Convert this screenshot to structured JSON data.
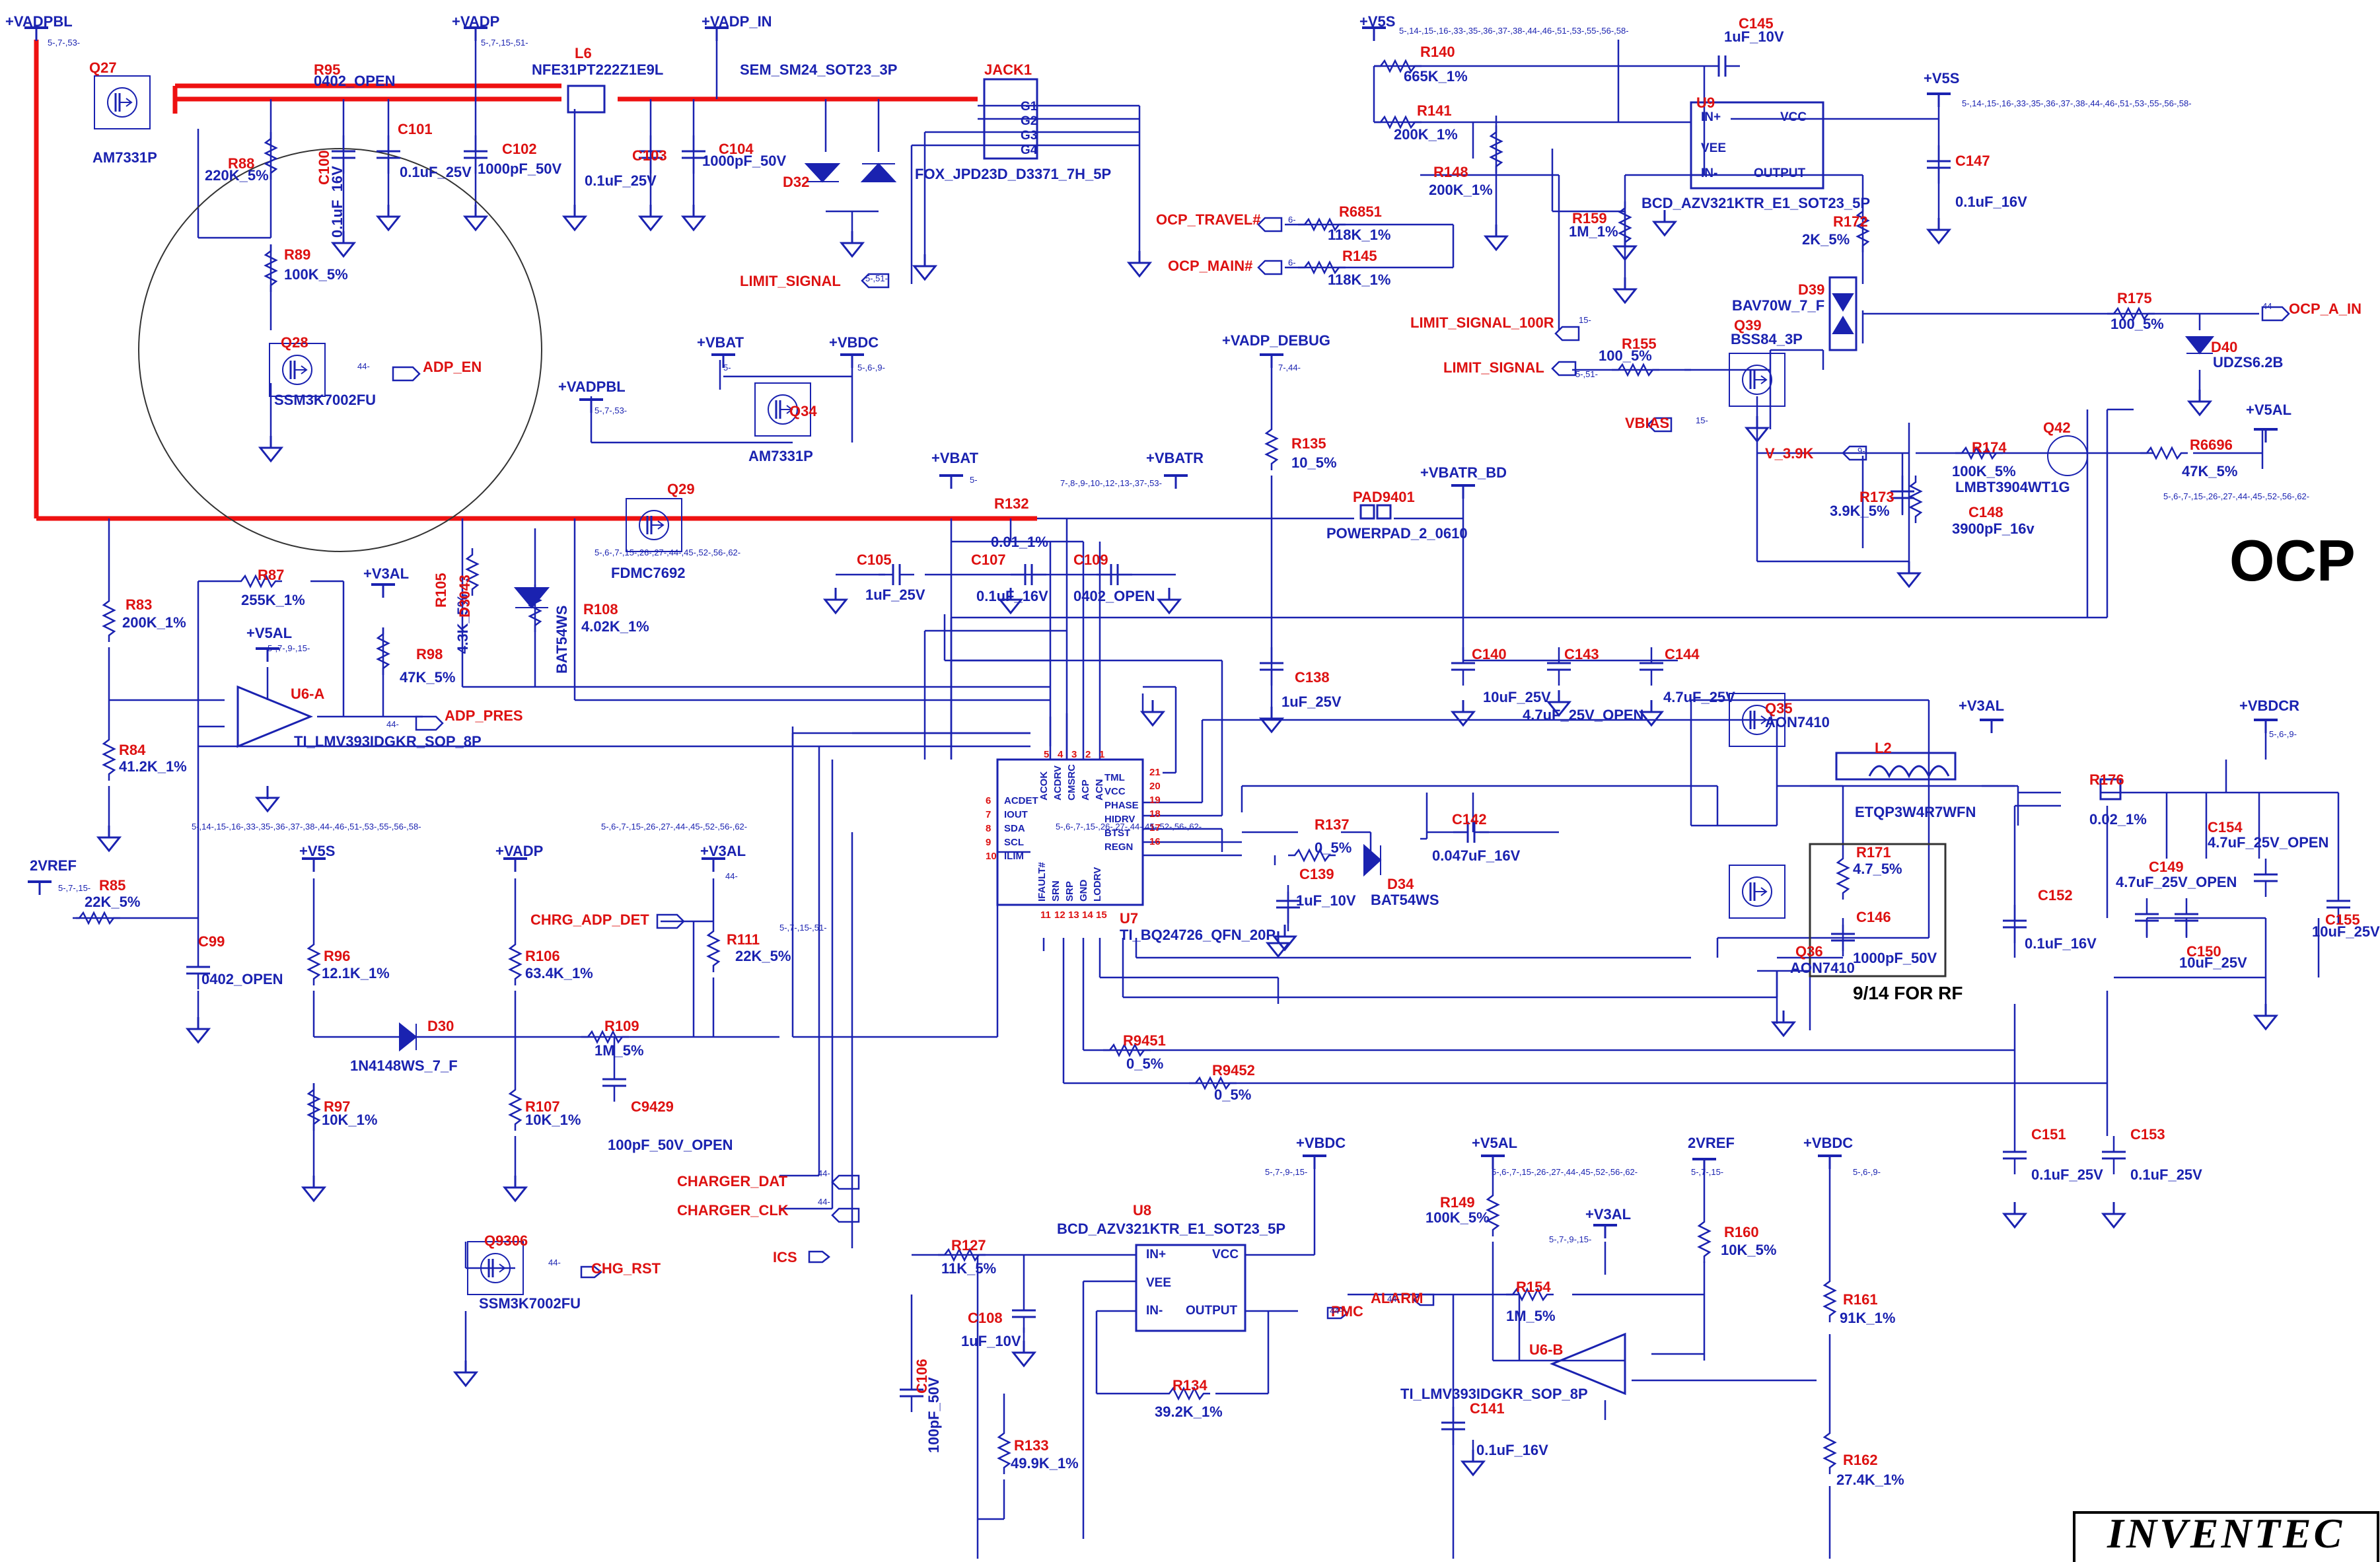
{
  "sheet": {
    "title": "OCP",
    "logo": "INVENTEC",
    "note_rf": "9/14 FOR RF"
  },
  "nets": [
    {
      "id": "n-vadppbl",
      "text": "+VADPBL"
    },
    {
      "id": "n-vadp-1",
      "text": "+VADP"
    },
    {
      "id": "n-vadp-in",
      "text": "+VADP_IN"
    },
    {
      "id": "n-v5s-1",
      "text": "+V5S"
    },
    {
      "id": "n-v5s-2",
      "text": "+V5S"
    },
    {
      "id": "n-vbat-1",
      "text": "+VBAT"
    },
    {
      "id": "n-vbdc-1",
      "text": "+VBDC"
    },
    {
      "id": "n-vadppbl-2",
      "text": "+VADPBL"
    },
    {
      "id": "n-vadp-debug",
      "text": "+VADP_DEBUG"
    },
    {
      "id": "n-vbat-2",
      "text": "+VBAT"
    },
    {
      "id": "n-vbatr",
      "text": "+VBATR"
    },
    {
      "id": "n-vbatr-bd",
      "text": "+VBATR_BD"
    },
    {
      "id": "n-v3al-1",
      "text": "+V3AL"
    },
    {
      "id": "n-v5al-1",
      "text": "+V5AL"
    },
    {
      "id": "n-2vref-1",
      "text": "2VREF"
    },
    {
      "id": "n-v5s-3",
      "text": "+V5S"
    },
    {
      "id": "n-vadp-2",
      "text": "+VADP"
    },
    {
      "id": "n-v3al-2",
      "text": "+V3AL"
    },
    {
      "id": "n-v3al-3",
      "text": "+V3AL"
    },
    {
      "id": "n-vbdcr",
      "text": "+VBDCR"
    },
    {
      "id": "n-vbdc-2",
      "text": "+VBDC"
    },
    {
      "id": "n-v5al-2",
      "text": "+V5AL"
    },
    {
      "id": "n-v3al-4",
      "text": "+V3AL"
    },
    {
      "id": "n-v5al-3",
      "text": "+V5AL"
    },
    {
      "id": "n-2vref-2",
      "text": "2VREF"
    },
    {
      "id": "n-vbdc-3",
      "text": "+VBDC"
    }
  ],
  "signals": [
    {
      "id": "s-adp-en",
      "text": "ADP_EN"
    },
    {
      "id": "s-adp-pres",
      "text": "ADP_PRES"
    },
    {
      "id": "s-limit-signal-1",
      "text": "LIMIT_SIGNAL"
    },
    {
      "id": "s-ocp-travel",
      "text": "OCP_TRAVEL#"
    },
    {
      "id": "s-ocp-main",
      "text": "OCP_MAIN#"
    },
    {
      "id": "s-limit-100r",
      "text": "LIMIT_SIGNAL_100R"
    },
    {
      "id": "s-limit-signal-2",
      "text": "LIMIT_SIGNAL"
    },
    {
      "id": "s-vbias",
      "text": "VBIAS"
    },
    {
      "id": "s-v39k",
      "text": "V_3.9K"
    },
    {
      "id": "s-ocp-a-in",
      "text": "OCP_A_IN"
    },
    {
      "id": "s-chrg-adp-det",
      "text": "CHRG_ADP_DET"
    },
    {
      "id": "s-charger-dat",
      "text": "CHARGER_DAT"
    },
    {
      "id": "s-charger-clk",
      "text": "CHARGER_CLK"
    },
    {
      "id": "s-chg-rst",
      "text": "CHG_RST"
    },
    {
      "id": "s-ics",
      "text": "ICS"
    },
    {
      "id": "s-pmc",
      "text": "PMC"
    },
    {
      "id": "s-alarm",
      "text": "ALARM"
    }
  ],
  "components": [
    {
      "id": "q27",
      "ref": "Q27",
      "value": "AM7331P"
    },
    {
      "id": "r95",
      "ref": "R95",
      "value": "0402_OPEN"
    },
    {
      "id": "l6",
      "ref": "L6",
      "value": "NFE31PT222Z1E9L"
    },
    {
      "id": "d32",
      "ref": "D32",
      "value": "SEM_SM24_SOT23_3P"
    },
    {
      "id": "jack1",
      "ref": "JACK1",
      "value": "FOX_JPD23D_D3371_7H_5P"
    },
    {
      "id": "r88",
      "ref": "R88",
      "value": "220K_5%"
    },
    {
      "id": "c100",
      "ref": "C100",
      "value": "0.1uF_16V"
    },
    {
      "id": "c101",
      "ref": "C101",
      "value": "0.1uF_25V"
    },
    {
      "id": "c102",
      "ref": "C102",
      "value": "1000pF_50V"
    },
    {
      "id": "c103",
      "ref": "C103",
      "value": "0.1uF_25V"
    },
    {
      "id": "c104",
      "ref": "C104",
      "value": "1000pF_50V"
    },
    {
      "id": "r89",
      "ref": "R89",
      "value": "100K_5%"
    },
    {
      "id": "q28",
      "ref": "Q28",
      "value": "SSM3K7002FU"
    },
    {
      "id": "q34",
      "ref": "Q34",
      "value": "AM7331P"
    },
    {
      "id": "r140",
      "ref": "R140",
      "value": "665K_1%"
    },
    {
      "id": "c145",
      "ref": "C145",
      "value": "1uF_10V"
    },
    {
      "id": "r141",
      "ref": "R141",
      "value": "200K_1%"
    },
    {
      "id": "u9",
      "ref": "U9",
      "value": "BCD_AZV321KTR_E1_SOT23_5P"
    },
    {
      "id": "r148",
      "ref": "R148",
      "value": "200K_1%"
    },
    {
      "id": "c147",
      "ref": "C147",
      "value": "0.1uF_16V"
    },
    {
      "id": "r6851",
      "ref": "R6851",
      "value": "118K_1%"
    },
    {
      "id": "r145",
      "ref": "R145",
      "value": "118K_1%"
    },
    {
      "id": "r159",
      "ref": "R159",
      "value": "1M_1%"
    },
    {
      "id": "r172",
      "ref": "R172",
      "value": "2K_5%"
    },
    {
      "id": "d39",
      "ref": "D39",
      "value": "BAV70W_7_F"
    },
    {
      "id": "r175",
      "ref": "R175",
      "value": "100_5%"
    },
    {
      "id": "d40",
      "ref": "D40",
      "value": "UDZS6.2B"
    },
    {
      "id": "r155",
      "ref": "R155",
      "value": "100_5%"
    },
    {
      "id": "q39",
      "ref": "Q39",
      "value": "BSS84_3P"
    },
    {
      "id": "r174",
      "ref": "R174",
      "value": "100K_5%"
    },
    {
      "id": "q42",
      "ref": "Q42",
      "value": "LMBT3904WT1G"
    },
    {
      "id": "r6696",
      "ref": "R6696",
      "value": "47K_5%"
    },
    {
      "id": "r173",
      "ref": "R173",
      "value": "3.9K_5%"
    },
    {
      "id": "c148",
      "ref": "C148",
      "value": "3900pF_16v"
    },
    {
      "id": "r135",
      "ref": "R135",
      "value": "10_5%"
    },
    {
      "id": "pad9401",
      "ref": "PAD9401",
      "value": "POWERPAD_2_0610"
    },
    {
      "id": "q29",
      "ref": "Q29",
      "value": "FDMC7692"
    },
    {
      "id": "r132",
      "ref": "R132",
      "value": "0.01_1%"
    },
    {
      "id": "c105",
      "ref": "C105",
      "value": "1uF_25V"
    },
    {
      "id": "c107",
      "ref": "C107",
      "value": "0.1uF_16V"
    },
    {
      "id": "c109",
      "ref": "C109",
      "value": "0402_OPEN"
    },
    {
      "id": "r87",
      "ref": "R87",
      "value": "255K_1%"
    },
    {
      "id": "r105",
      "ref": "R105",
      "value": "4.3K_5%"
    },
    {
      "id": "d3043",
      "ref": "D3043",
      "value": "BAT54WS"
    },
    {
      "id": "r108",
      "ref": "R108",
      "value": "4.02K_1%"
    },
    {
      "id": "r98",
      "ref": "R98",
      "value": "47K_5%"
    },
    {
      "id": "r83",
      "ref": "R83",
      "value": "200K_1%"
    },
    {
      "id": "u6a",
      "ref": "U6-A",
      "value": "TI_LMV393IDGKR_SOP_8P"
    },
    {
      "id": "r84",
      "ref": "R84",
      "value": "41.2K_1%"
    },
    {
      "id": "c138",
      "ref": "C138",
      "value": "1uF_25V"
    },
    {
      "id": "c140",
      "ref": "C140",
      "value": "10uF_25V"
    },
    {
      "id": "c143",
      "ref": "C143",
      "value": "4.7uF_25V_OPEN"
    },
    {
      "id": "c144",
      "ref": "C144",
      "value": "4.7uF_25V"
    },
    {
      "id": "q35",
      "ref": "Q35",
      "value": "AON7410"
    },
    {
      "id": "l2",
      "ref": "L2",
      "value": "ETQP3W4R7WFN"
    },
    {
      "id": "r176",
      "ref": "R176",
      "value": "0.02_1%"
    },
    {
      "id": "c154",
      "ref": "C154",
      "value": "4.7uF_25V_OPEN"
    },
    {
      "id": "c149",
      "ref": "C149",
      "value": "4.7uF_25V_OPEN"
    },
    {
      "id": "c150",
      "ref": "C150",
      "value": "10uF_25V"
    },
    {
      "id": "c155",
      "ref": "C155",
      "value": "10uF_25V"
    },
    {
      "id": "c152",
      "ref": "C152",
      "value": "0.1uF_16V"
    },
    {
      "id": "u7",
      "ref": "U7",
      "value": "TI_BQ24726_QFN_20P"
    },
    {
      "id": "r137",
      "ref": "R137",
      "value": "0_5%"
    },
    {
      "id": "c142",
      "ref": "C142",
      "value": "0.047uF_16V"
    },
    {
      "id": "c139",
      "ref": "C139",
      "value": "1uF_10V"
    },
    {
      "id": "d34",
      "ref": "D34",
      "value": "BAT54WS"
    },
    {
      "id": "r171",
      "ref": "R171",
      "value": "4.7_5%"
    },
    {
      "id": "c146",
      "ref": "C146",
      "value": "1000pF_50V"
    },
    {
      "id": "q36",
      "ref": "Q36",
      "value": "AON7410"
    },
    {
      "id": "r85",
      "ref": "R85",
      "value": "22K_5%"
    },
    {
      "id": "c99",
      "ref": "C99",
      "value": "0402_OPEN"
    },
    {
      "id": "r96",
      "ref": "R96",
      "value": "12.1K_1%"
    },
    {
      "id": "r106",
      "ref": "R106",
      "value": "63.4K_1%"
    },
    {
      "id": "r111",
      "ref": "R111",
      "value": "22K_5%"
    },
    {
      "id": "d30",
      "ref": "D30",
      "value": "1N4148WS_7_F"
    },
    {
      "id": "r109",
      "ref": "R109",
      "value": "1M_5%"
    },
    {
      "id": "r97",
      "ref": "R97",
      "value": "10K_1%"
    },
    {
      "id": "r107",
      "ref": "R107",
      "value": "10K_1%"
    },
    {
      "id": "c9429",
      "ref": "C9429",
      "value": "100pF_50V_OPEN"
    },
    {
      "id": "r9451",
      "ref": "R9451",
      "value": "0_5%"
    },
    {
      "id": "r9452",
      "ref": "R9452",
      "value": "0_5%"
    },
    {
      "id": "c151",
      "ref": "C151",
      "value": "0.1uF_25V"
    },
    {
      "id": "c153",
      "ref": "C153",
      "value": "0.1uF_25V"
    },
    {
      "id": "q9306",
      "ref": "Q9306",
      "value": "SSM3K7002FU"
    },
    {
      "id": "u8",
      "ref": "U8",
      "value": "BCD_AZV321KTR_E1_SOT23_5P"
    },
    {
      "id": "r127",
      "ref": "R127",
      "value": "11K_5%"
    },
    {
      "id": "c108",
      "ref": "C108",
      "value": "1uF_10V"
    },
    {
      "id": "c106",
      "ref": "C106",
      "value": "100pF_50V"
    },
    {
      "id": "r134",
      "ref": "R134",
      "value": "39.2K_1%"
    },
    {
      "id": "r133",
      "ref": "R133",
      "value": "49.9K_1%"
    },
    {
      "id": "r149",
      "ref": "R149",
      "value": "100K_5%"
    },
    {
      "id": "r154",
      "ref": "R154",
      "value": "1M_5%"
    },
    {
      "id": "r160",
      "ref": "R160",
      "value": "10K_5%"
    },
    {
      "id": "u6b",
      "ref": "U6-B",
      "value": "TI_LMV393IDGKR_SOP_8P"
    },
    {
      "id": "c141",
      "ref": "C141",
      "value": "0.1uF_16V"
    },
    {
      "id": "r161",
      "ref": "R161",
      "value": "91K_1%"
    },
    {
      "id": "r162",
      "ref": "R162",
      "value": "27.4K_1%"
    }
  ],
  "ic_u7_pins": {
    "left": [
      "ACDET",
      "IOUT",
      "SDA",
      "SCL",
      "ILIM"
    ],
    "left_nums": [
      "6",
      "7",
      "8",
      "9",
      "10"
    ],
    "right": [
      "TML",
      "VCC",
      "PHASE",
      "HIDRV",
      "BTST",
      "REGN"
    ],
    "right_nums": [
      "21",
      "20",
      "19",
      "18",
      "17",
      "16"
    ],
    "top": [
      "ACOK",
      "ACDRV",
      "CMSRC",
      "ACP",
      "ACN"
    ],
    "top_nums": [
      "5",
      "4",
      "3",
      "2",
      "1"
    ],
    "bottom": [
      "IFAULT#",
      "SRN",
      "SRP",
      "GND",
      "LODRV"
    ],
    "bottom_nums": [
      "11",
      "12",
      "13",
      "14",
      "15"
    ]
  },
  "op_pins": {
    "u9": [
      "IN+",
      "VEE",
      "IN-",
      "VCC",
      "OUTPUT"
    ],
    "u8": [
      "IN+",
      "VEE",
      "IN-",
      "VCC",
      "OUTPUT"
    ],
    "jack1": [
      "G1",
      "G2",
      "G3",
      "G4"
    ]
  },
  "page_refs": [
    "5-,7-,53-",
    "5-,7-,15-,51-",
    "5-,14-,15-,16-,33-,35-,36-,37-,38-,44-,46-,51-,53-,55-,56-,58-",
    "5-,14-,15-,16-,33-,35-,36-,37-,38-,44-,46-,51-,53-,55-,56-,58-",
    "44-",
    "5-,51-",
    "6-",
    "6-",
    "15-",
    "5-,51-",
    "15-",
    "9-",
    "44-",
    "5-,6-,7-,15-,26-,27-,44-,45-,52-,56-,62-",
    "5-",
    "5-,6-,9-",
    "5-,7-,53-",
    "7-,44-",
    "5-",
    "7-,8-,9-,10-,12-,13-,37-,53-",
    "5-,6-,7-,15-,26-,27-,44-,45-,52-,56-,62-",
    "5-,7-,9-,15-",
    "44-",
    "5-,14-,15-,16-,33-,35-,36-,37-,38-,44-,46-,51-,53-,55-,56-,58-",
    "5-,7-,15-",
    "5-,6-,7-,15-,26-,27-,44-,45-,52-,56-,62-",
    "5-,7-,15-,51-",
    "5-,6-,7-,15-,26-,27-,44-,45-,52-,56-,62-",
    "44-",
    "44-",
    "44-",
    "44-",
    "44-",
    "5-,7-,9-,15-",
    "5-,6-,7-,15-,26-,27-,44-,45-,52-,56-,62-",
    "5-,7-,9-,15-",
    "44-",
    "5-,7-,15-",
    "5-,6-,9-",
    "5-,6-,9-"
  ]
}
